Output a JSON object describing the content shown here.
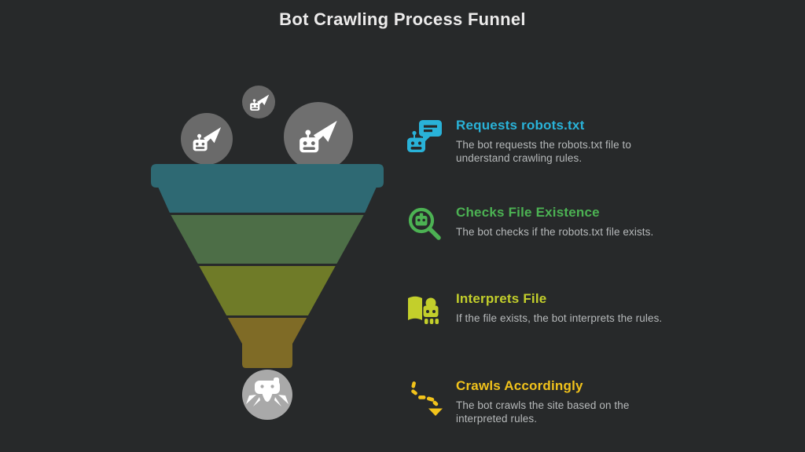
{
  "page": {
    "title": "Bot Crawling Process Funnel",
    "background_color": "#27292a",
    "title_color": "#ecebeb"
  },
  "funnel": {
    "stages": [
      {
        "name": "requests-robots-txt",
        "color": "#2e6973"
      },
      {
        "name": "checks-file-existence",
        "color": "#4d6e47"
      },
      {
        "name": "interprets-file",
        "color": "#6f7b28"
      },
      {
        "name": "crawls-accordingly",
        "color": "#7f6b26"
      }
    ],
    "bubble_small_color": "#676767",
    "bubble_medium_color": "#6a6a6a",
    "bubble_large_color": "#6f6f6f",
    "bottom_circle_color": "#a9a9a9",
    "icon_glyph_color": "#ffffff"
  },
  "steps": [
    {
      "icon": "robot-chat-icon",
      "title": "Requests robots.txt",
      "color": "#29b2d8",
      "description": "The bot requests the robots.txt file to understand crawling rules."
    },
    {
      "icon": "robot-search-icon",
      "title": "Checks File Existence",
      "color": "#4cb253",
      "description": "The bot checks if the robots.txt file exists."
    },
    {
      "icon": "book-robot-icon",
      "title": "Interprets File",
      "color": "#c3cf2b",
      "description": "If the file exists, the bot interprets the rules."
    },
    {
      "icon": "crawl-path-icon",
      "title": "Crawls Accordingly",
      "color": "#f2c31b",
      "description": "The bot crawls the site based on the interpreted rules."
    }
  ]
}
